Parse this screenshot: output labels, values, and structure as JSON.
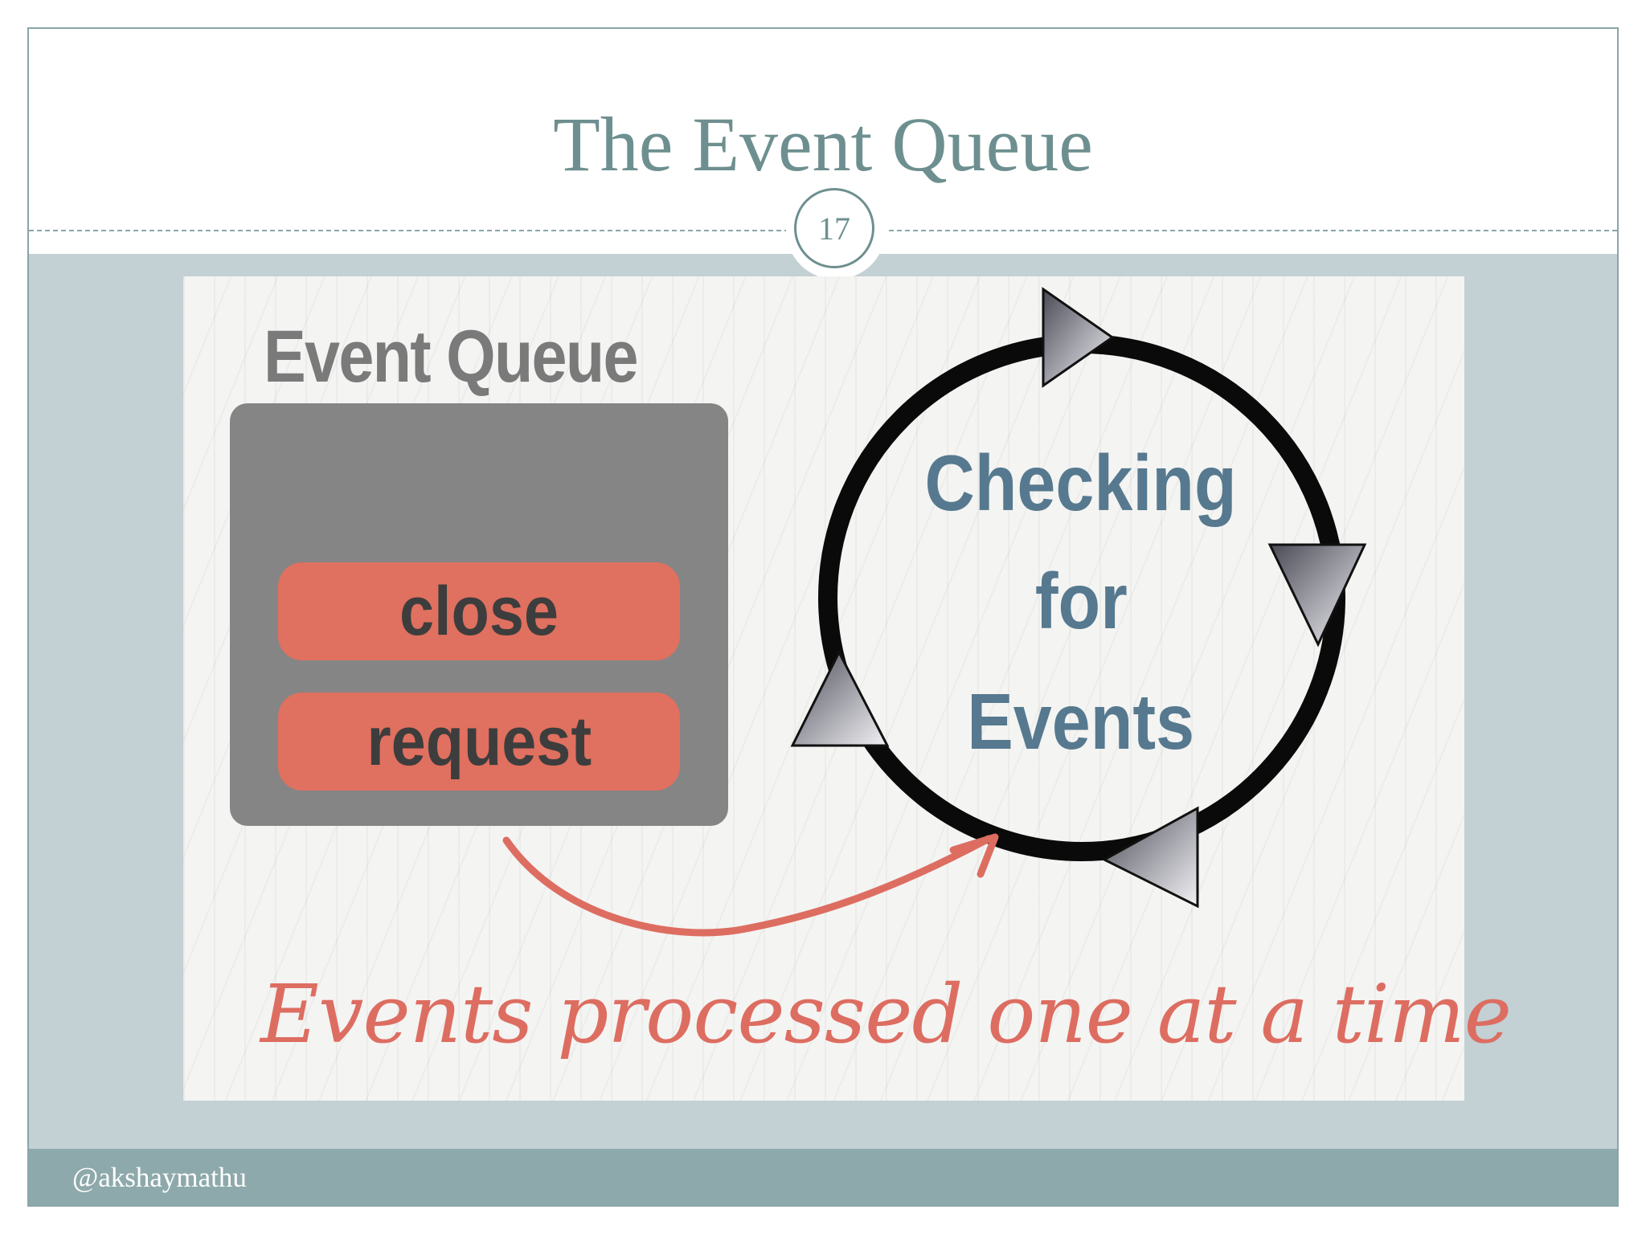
{
  "slide": {
    "title": "The Event Queue",
    "page_number": "17",
    "footer_handle": "@akshaymathu"
  },
  "diagram": {
    "queue_label": "Event Queue",
    "events": [
      "close",
      "request"
    ],
    "loop_label_lines": [
      "Checking",
      "for",
      "Events"
    ],
    "caption": "Events processed one at a time"
  },
  "colors": {
    "title": "#6e8f8f",
    "band": "#c3d0d4",
    "footer": "#8ea9ab",
    "queue_box": "#858585",
    "event_pill": "#e0705f",
    "loop_text": "#56798f",
    "caption": "#dd6d61"
  }
}
